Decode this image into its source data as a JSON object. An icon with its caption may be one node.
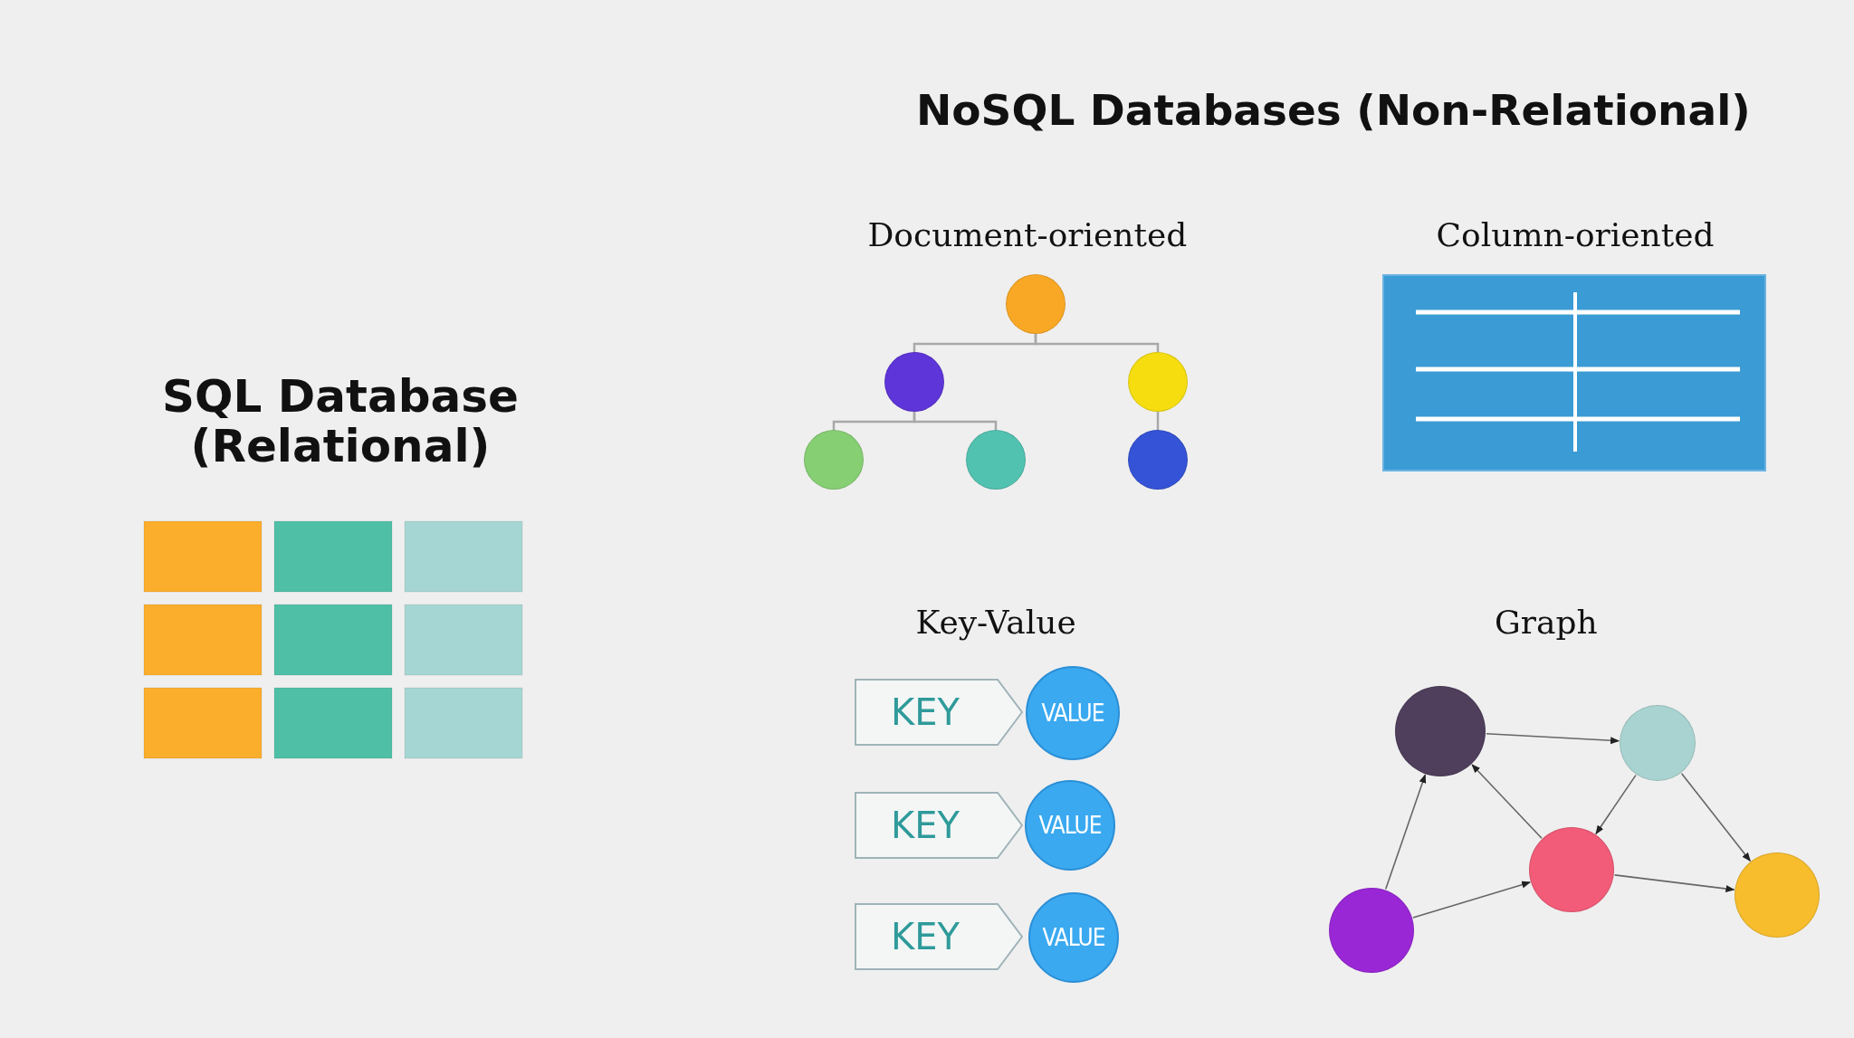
{
  "diagram": {
    "nodes": [
      {
        "text": [],
        "shape": "circle"
      },
      {
        "text": [],
        "shape": "circle"
      },
      {
        "text": [],
        "shape": "circle"
      },
      {
        "text": [],
        "shape": "circle"
      },
      {
        "text": [],
        "shape": "circle"
      },
      {
        "text": [],
        "shape": "circle"
      },
      {
        "text": [
          "KEY"
        ]
      },
      {
        "text": [
          "VALUE"
        ]
      },
      {
        "text": [
          "KEY"
        ]
      },
      {
        "text": [
          "VALUE"
        ]
      },
      {
        "text": [
          "KEY"
        ]
      },
      {
        "text": [
          "VALUE"
        ]
      },
      {
        "text": [],
        "shape": "circle"
      },
      {
        "text": [],
        "shape": "circle"
      },
      {
        "text": [],
        "shape": "circle"
      },
      {
        "text": [],
        "shape": "circle"
      },
      {
        "text": [],
        "shape": "circle"
      }
    ],
    "edges": [
      {
        "from": 0,
        "to": 1,
        "arrow": "none"
      },
      {
        "from": 0,
        "to": 2,
        "arrow": "none"
      },
      {
        "from": 1,
        "to": 3,
        "arrow": "none"
      },
      {
        "from": 1,
        "to": 4,
        "arrow": "none"
      },
      {
        "from": 2,
        "to": 5,
        "arrow": "none"
      },
      {
        "from": 12,
        "to": 13,
        "arrow": "to"
      },
      {
        "from": 15,
        "to": 12,
        "arrow": "to"
      },
      {
        "from": 14,
        "to": 12,
        "arrow": "to"
      },
      {
        "from": 13,
        "to": 14,
        "arrow": "to"
      },
      {
        "from": 15,
        "to": 14,
        "arrow": "to"
      },
      {
        "from": 13,
        "to": 16,
        "arrow": "to"
      },
      {
        "from": 14,
        "to": 16,
        "arrow": "to"
      }
    ],
    "labels": [
      "NoSQL Databases (Non-Relational)",
      "Document-oriented",
      "Column-oriented",
      "SQL Database (Relational)",
      "Key-Value",
      "Graph"
    ]
  }
}
